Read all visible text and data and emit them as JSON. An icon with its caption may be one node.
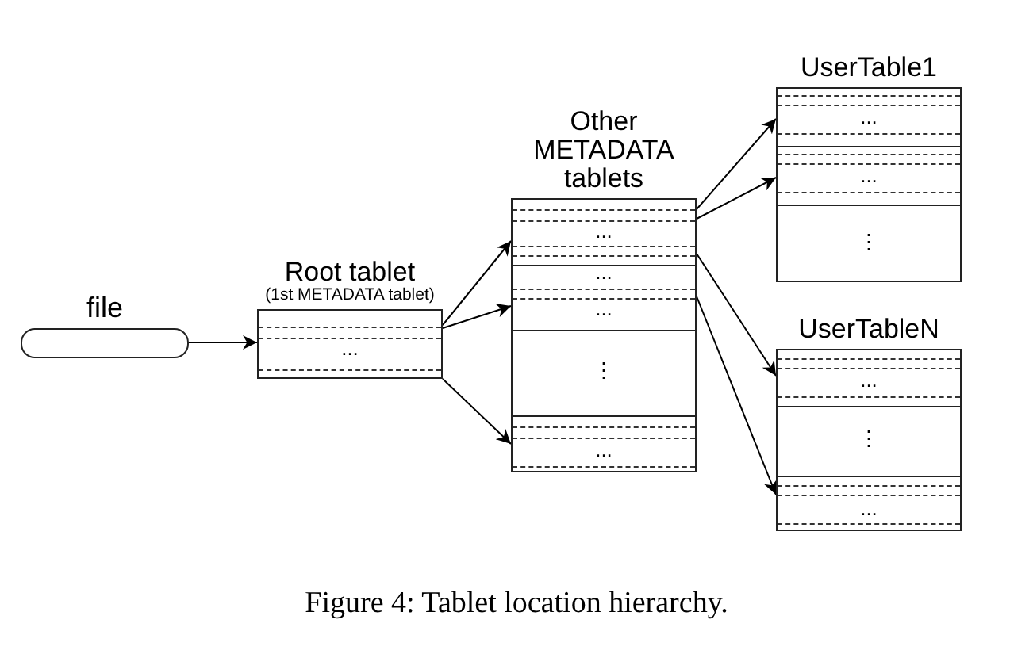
{
  "diagram": {
    "caption": "Figure 4: Tablet location hierarchy.",
    "nodes": [
      {
        "text": [
          "file"
        ]
      },
      {
        "text": [
          "Root tablet",
          "(1st METADATA tablet)",
          "..."
        ]
      },
      {
        "text": [
          "Other METADATA tablets"
        ]
      },
      {
        "text": [
          "..."
        ],
        "in": 2
      },
      {
        "text": [
          "...",
          "..."
        ],
        "in": 2
      },
      {
        "text": [
          "⋮"
        ],
        "in": 2
      },
      {
        "text": [
          "..."
        ],
        "in": 2
      },
      {
        "text": [
          "UserTable1"
        ]
      },
      {
        "text": [
          "..."
        ],
        "in": 7
      },
      {
        "text": [
          "..."
        ],
        "in": 7
      },
      {
        "text": [
          "⋮"
        ],
        "in": 7
      },
      {
        "text": [
          "UserTableN"
        ]
      },
      {
        "text": [
          "..."
        ],
        "in": 11
      },
      {
        "text": [
          "⋮"
        ],
        "in": 11
      },
      {
        "text": [
          "..."
        ],
        "in": 11
      }
    ],
    "edges": [
      {
        "from": 0,
        "to": 1,
        "arrow": "to"
      },
      {
        "from": 1,
        "to": 3,
        "arrow": "to"
      },
      {
        "from": 1,
        "to": 4,
        "arrow": "to"
      },
      {
        "from": 1,
        "to": 6,
        "arrow": "to"
      },
      {
        "from": 3,
        "to": 8,
        "arrow": "to"
      },
      {
        "from": 3,
        "to": 9,
        "arrow": "to"
      },
      {
        "from": 3,
        "to": 12,
        "arrow": "to"
      },
      {
        "from": 4,
        "to": 14,
        "arrow": "to"
      }
    ]
  }
}
